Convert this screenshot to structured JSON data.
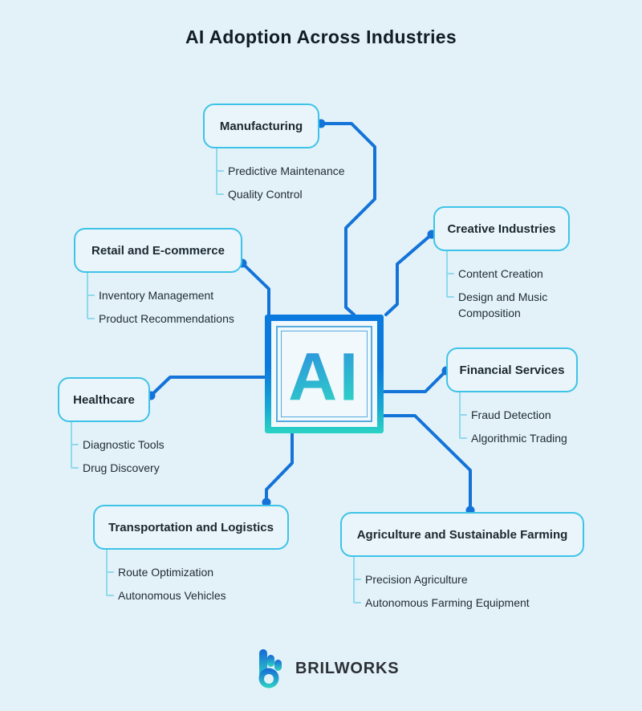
{
  "title": "AI Adoption Across Industries",
  "center": {
    "label": "AI"
  },
  "branches": [
    {
      "label": "Manufacturing",
      "items": [
        "Predictive Maintenance",
        "Quality Control"
      ]
    },
    {
      "label": "Creative Industries",
      "items": [
        "Content Creation",
        "Design and Music Composition"
      ]
    },
    {
      "label": "Retail and E-commerce",
      "items": [
        "Inventory Management",
        "Product Recommendations"
      ]
    },
    {
      "label": "Financial Services",
      "items": [
        "Fraud Detection",
        "Algorithmic Trading"
      ]
    },
    {
      "label": "Healthcare",
      "items": [
        "Diagnostic Tools",
        "Drug Discovery"
      ]
    },
    {
      "label": "Transportation and Logistics",
      "items": [
        "Route Optimization",
        "Autonomous Vehicles"
      ]
    },
    {
      "label": "Agriculture and Sustainable Farming",
      "items": [
        "Precision Agriculture",
        "Autonomous Farming Equipment"
      ]
    }
  ],
  "footer": {
    "brand": "BRILWORKS"
  },
  "colors": {
    "background": "#e3f2f9",
    "node_fill": "#eaf5fb",
    "node_border": "#3ec3e8",
    "connector_blue": "#1373d8",
    "tree_line": "#8fd9ec",
    "gradient_teal": "#2bd3c4",
    "gradient_blue": "#0b7ade",
    "text_dark": "#1b2730",
    "brand_text": "#2b3036"
  }
}
